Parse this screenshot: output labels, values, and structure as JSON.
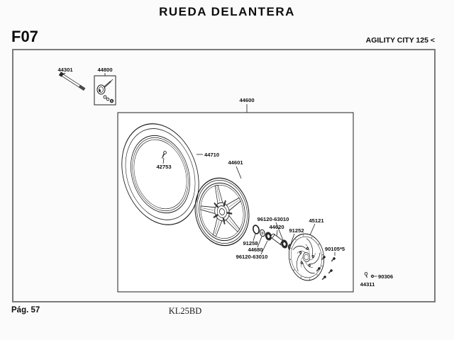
{
  "header": {
    "title": "RUEDA DELANTERA",
    "section_code": "F07",
    "model": "AGILITY CITY 125 <"
  },
  "footer": {
    "page_label": "Pág. 57",
    "code": "KL25BD"
  },
  "colors": {
    "page_border": "#7b7b7b",
    "ink": "#1a1a1a",
    "background": "#fbfbfb"
  },
  "labels": {
    "l44301": "44301",
    "l44800": "44800",
    "l44600": "44600",
    "l44710": "44710",
    "l42753": "42753",
    "l44601": "44601",
    "l96120a": "96120-63010",
    "l44620": "44620",
    "l91252": "91252",
    "l45121": "45121",
    "l91258": "91258",
    "l44680": "44680",
    "l96120b": "96120-63010",
    "l90105": "90105*5",
    "l90306": "90306",
    "l44311": "44311"
  }
}
